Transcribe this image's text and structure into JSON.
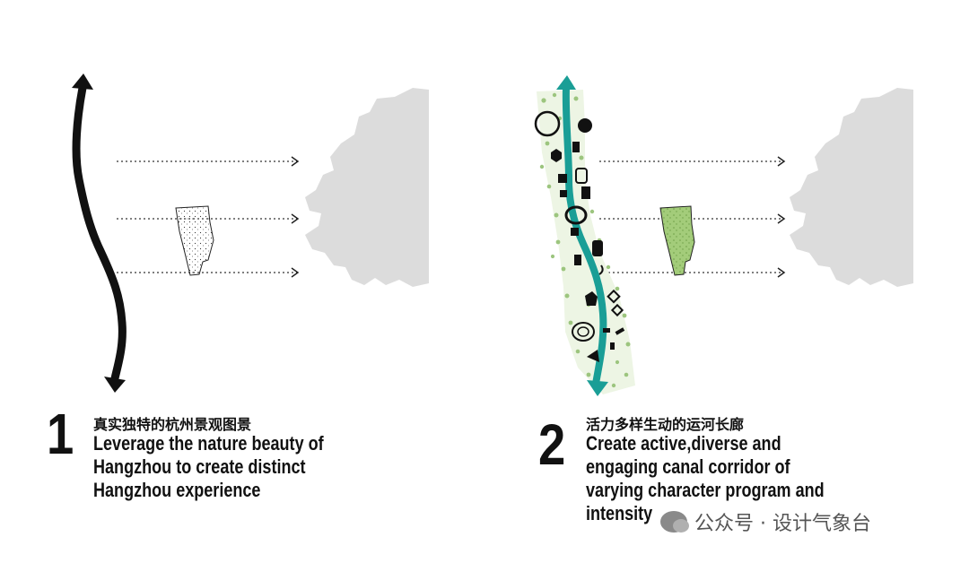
{
  "panels": [
    {
      "number": "1",
      "title_zh": "真实独特的杭州景观图景",
      "desc_lines": [
        "Leverage the nature beauty of",
        "Hangzhou to create distinct",
        "Hangzhou experience"
      ]
    },
    {
      "number": "2",
      "title_zh": "活力多样生动的运河长廊",
      "desc_lines": [
        "Create active,diverse and",
        "engaging canal corridor of",
        "varying character program and",
        "intensity"
      ]
    }
  ],
  "watermark": "公众号 · 设计气象台",
  "colors": {
    "corridor": "#1a9e96",
    "green_patch": "#a3cc7a",
    "dots": "#a8c98c",
    "map": "#dcdcdc",
    "ink": "#111111"
  }
}
